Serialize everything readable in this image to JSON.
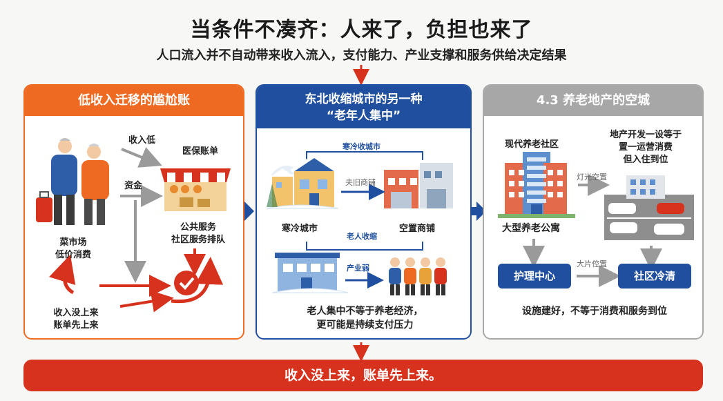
{
  "header": {
    "title": "当条件不凑齐：人来了，负担也来了",
    "subtitle": "人口流入并不自动带来收入流入，支付能力、产业支撑和服务供给决定结果"
  },
  "panel_left": {
    "title": "低收入迁移的尴尬账",
    "label_income_low": "收入低",
    "label_medical_bill": "医保账单",
    "label_funds": "资金",
    "label_public_service": "公共服务",
    "label_community_queue": "社区服务排队",
    "label_market": "菜市场",
    "label_low_consumption": "低价消费",
    "label_income_not_up": "收入没上来",
    "label_bills_first": "账单先上来"
  },
  "panel_middle": {
    "title_line1": "东北收缩城市的另一种",
    "title_line2": "“老年人集中”",
    "label_cold_city_top": "寒冷收城市",
    "label_lost_shops": "夫旧商铺",
    "label_cold_city": "寒冷城市",
    "label_vacant_shops": "空置商铺",
    "label_elderly": "老人收缩",
    "label_weak_industry": "产业弱",
    "caption_line1": "老人集中不等于养老经济，",
    "caption_line2": "更可能是持续支付压力"
  },
  "panel_right": {
    "title": "4.3 养老地产的空城",
    "label_modern_community": "现代养老社区",
    "label_dev_line1": "地产开发一设等于",
    "label_dev_line2": "置一运营消费",
    "label_dev_line3": "但入住到位",
    "label_lights_vacant": "灯光空置",
    "label_large_apartment": "大型养老公寓",
    "label_mass_vacant": "大片倥置",
    "pill_nursing": "护理中心",
    "pill_community": "社区冷清",
    "caption": "设施建好，不等于消费和服务到位"
  },
  "footer": {
    "text": "收入没上来，账单先上来。"
  },
  "colors": {
    "orange": "#ee6a22",
    "blue": "#1f4f9e",
    "gray": "#a7a7a7",
    "red": "#d7321e"
  }
}
